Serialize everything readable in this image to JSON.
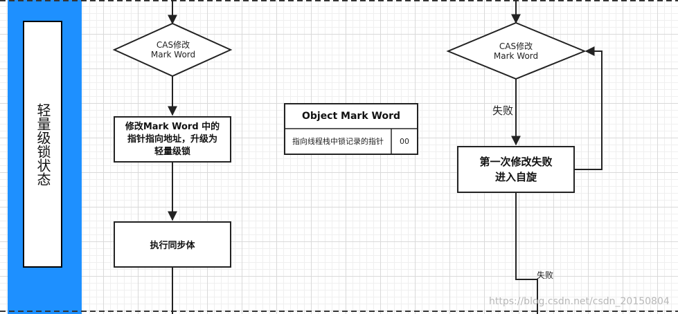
{
  "swimlane": {
    "title": "轻量级锁状态"
  },
  "left_flow": {
    "decision": {
      "line1": "CAS修改",
      "line2": "Mark Word"
    },
    "step1": {
      "line1": "修改Mark Word 中的",
      "line2": "指针指向地址，升级为",
      "line3": "轻量级锁"
    },
    "step2": "执行同步体"
  },
  "mark_word_table": {
    "title": "Object Mark Word",
    "pointer_text": "指向线程栈中锁记录的指针",
    "bits": "00"
  },
  "right_flow": {
    "decision": {
      "line1": "CAS修改",
      "line2": "Mark Word"
    },
    "fail_label_1": "失败",
    "spin_box": {
      "line1": "第一次修改失败",
      "line2": "进入自旋"
    },
    "fail_label_2": "失败"
  },
  "watermark": "https://blog.csdn.net/csdn_20150804"
}
